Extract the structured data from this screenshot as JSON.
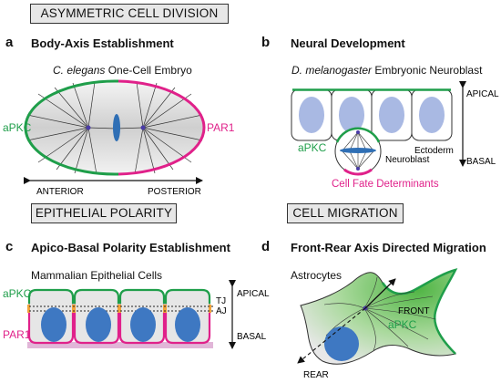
{
  "headers": {
    "asymmetric": "ASYMMETRIC CELL DIVISION",
    "epithelial": "EPITHELIAL POLARITY",
    "migration": "CELL MIGRATION"
  },
  "panels": {
    "a": {
      "letter": "a",
      "title": "Body-Axis Establishment",
      "organism_italic": "C. elegans",
      "organism_rest": " One-Cell Embryo",
      "label_left": "aPKC",
      "label_right": "PAR1",
      "axis_left": "ANTERIOR",
      "axis_right": "POSTERIOR"
    },
    "b": {
      "letter": "b",
      "title": "Neural Development",
      "organism_italic": "D. melanogaster",
      "organism_rest": " Embryonic Neuroblast",
      "ectoderm": "Ectoderm",
      "apkc": "aPKC",
      "neuroblast": "Neuroblast",
      "determinants": "Cell Fate Determinants",
      "apical": "APICAL",
      "basal": "BASAL"
    },
    "c": {
      "letter": "c",
      "title": "Apico-Basal Polarity Establishment",
      "subtitle": "Mammalian Epithelial Cells",
      "apkc": "aPKC",
      "par1": "PAR1",
      "tj": "TJ",
      "aj": "AJ",
      "apical": "APICAL",
      "basal": "BASAL"
    },
    "d": {
      "letter": "d",
      "title": "Front-Rear Axis Directed Migration",
      "subtitle": "Astrocytes",
      "front": "FRONT",
      "apkc": "aPKC",
      "rear": "REAR"
    }
  },
  "colors": {
    "green": "#1f9e4a",
    "magenta": "#e0218a",
    "nucleus_light": "#a9b9e3",
    "nucleus_blue": "#3e78c2",
    "spindle": "#2f6fb5",
    "header_bg": "#e7e7e7"
  }
}
